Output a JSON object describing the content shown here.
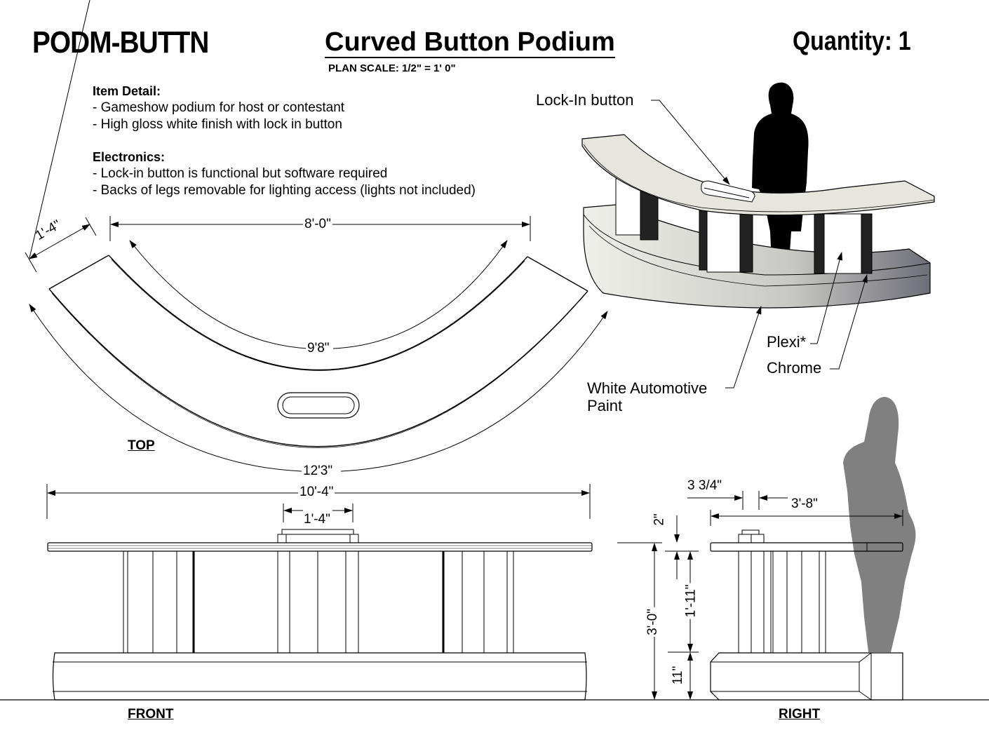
{
  "header": {
    "sku": "PODM-BUTTN",
    "title": "Curved Button Podium",
    "scale": "PLAN  SCALE: 1/2\" = 1' 0\"",
    "quantity": "Quantity: 1"
  },
  "notes": {
    "item_detail": {
      "heading": "Item Detail:",
      "lines": [
        "- Gameshow podium for host or contestant",
        "- High gloss white finish with lock in button"
      ]
    },
    "electronics": {
      "heading": "Electronics:",
      "lines": [
        "- Lock-in button is functional but software required",
        "- Backs of legs removable for lighting access (lights not included)"
      ]
    }
  },
  "callouts": {
    "lock_in_button": "Lock-In button",
    "plexi": "Plexi*",
    "chrome": "Chrome",
    "paint_line1": "White Automotive",
    "paint_line2": "Paint"
  },
  "views": {
    "top": "TOP",
    "front": "FRONT",
    "right": "RIGHT"
  },
  "dimensions": {
    "top": {
      "depth": "1'-4\"",
      "chord": "8'-0\"",
      "inner_arc": "9'8\"",
      "outer_arc": "12'3\""
    },
    "front": {
      "overall_width": "10'-4\"",
      "button_width": "1'-4\""
    },
    "right": {
      "overhang": "3 3/4\"",
      "depth": "3'-8\"",
      "top_thickness": "2\"",
      "overall_height": "3'-0\"",
      "leg_height": "1'-11\"",
      "base_height": "11\""
    }
  },
  "colors": {
    "line": "#000000",
    "surface": "#e6e6df",
    "silhouette_man": "#000000",
    "silhouette_woman": "#808080"
  }
}
